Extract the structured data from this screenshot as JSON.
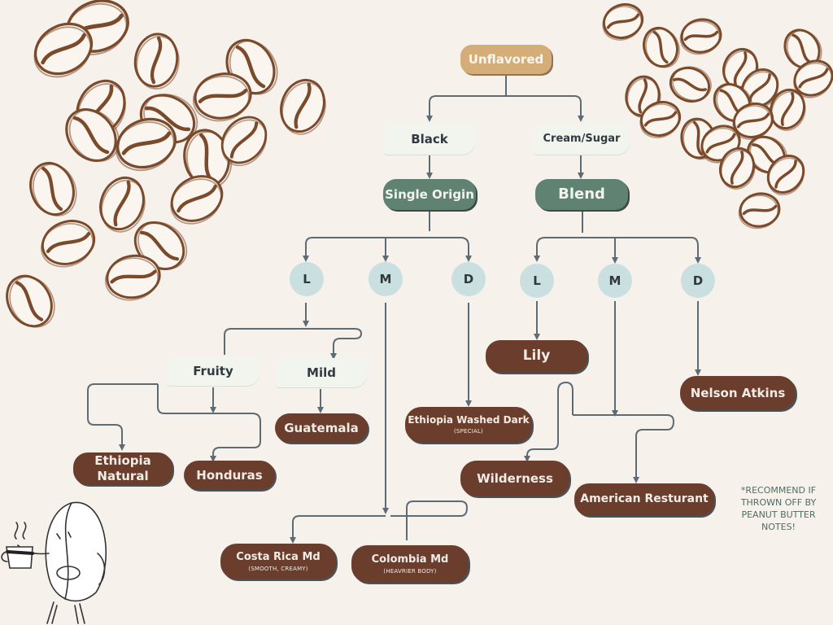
{
  "root": "Unflavored",
  "branches": {
    "black": "Black",
    "cream": "Cream/Sugar"
  },
  "types": {
    "single_origin": "Single Origin",
    "blend": "Blend"
  },
  "roasts": {
    "so_light": "L",
    "so_medium": "M",
    "so_dark": "D",
    "bl_light": "L",
    "bl_medium": "M",
    "bl_dark": "D"
  },
  "flavors": {
    "fruity": "Fruity",
    "mild": "Mild"
  },
  "coffees": {
    "ethiopia_natural": "Ethiopia Natural",
    "honduras": "Honduras",
    "guatemala": "Guatemala",
    "ethiopia_washed_dark": "Ethiopia Washed Dark",
    "ethiopia_washed_dark_sub": "(SPECIAL)",
    "costa_rica": "Costa Rica Md",
    "costa_rica_sub": "(SMOOTH, CREAMY)",
    "colombia": "Colombia Md",
    "colombia_sub": "(HEAVRIER BODY)",
    "lily": "Lily",
    "wilderness": "Wilderness",
    "american": "American Resturant",
    "nelson": "Nelson Atkins"
  },
  "note": "*RECOMMEND IF THROWN OFF BY PEANUT BUTTER NOTES!",
  "colors": {
    "background": "#f7f1ec",
    "connector": "#5d6b75",
    "tan": "#d4ad78",
    "green": "#5f8272",
    "brown": "#6a3d2c",
    "light": "#f2f5ee",
    "circle": "#c9dfe0",
    "bean": "#7a4a2b"
  },
  "decorations": [
    "coffee-beans-top-left",
    "coffee-beans-top-right",
    "coffee-bean-mascot-with-mug"
  ]
}
